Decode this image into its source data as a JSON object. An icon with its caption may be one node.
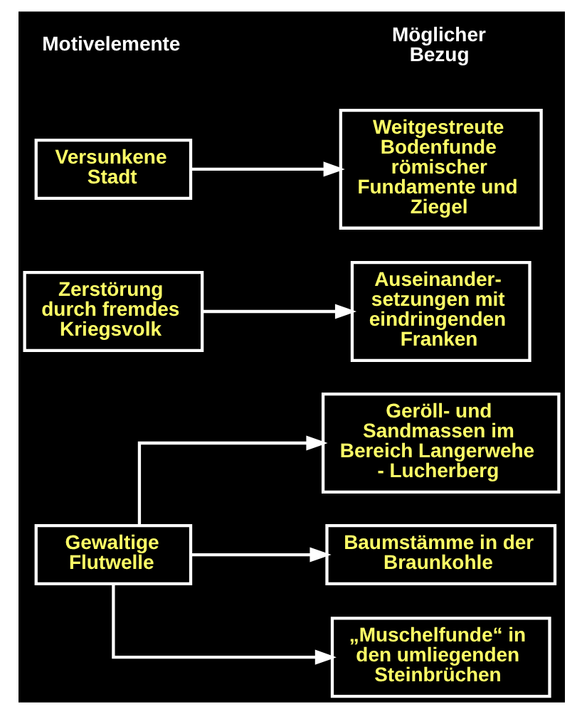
{
  "diagram": {
    "nodes": [
      {
        "text": [
          "Versunkene Stadt"
        ]
      },
      {
        "text": [
          "Weitgestreute Bodenfunde römischer Fundamente und Ziegel"
        ]
      },
      {
        "text": [
          "Zerstörung durch fremdes Kriegsvolk"
        ]
      },
      {
        "text": [
          "Auseinander- setzungen mit eindringenden Franken"
        ]
      },
      {
        "text": [
          "Gewaltige Flutwelle"
        ]
      },
      {
        "text": [
          "Geröll- und Sandmassen im Bereich Langerwehe - Lucherberg"
        ]
      },
      {
        "text": [
          "Baumstämme in der Braunkohle"
        ]
      },
      {
        "text": [
          "„Muschelfunde“ in den umliegenden Steinbrüchen"
        ]
      }
    ],
    "edges": [
      {
        "from": 0,
        "to": 1,
        "arrow": "to"
      },
      {
        "from": 2,
        "to": 3,
        "arrow": "to"
      },
      {
        "from": 4,
        "to": 5,
        "arrow": "to"
      },
      {
        "from": 4,
        "to": 6,
        "arrow": "to"
      },
      {
        "from": 4,
        "to": 7,
        "arrow": "to"
      }
    ],
    "labels": [
      "Motivelemente",
      "Möglicher Bezug"
    ]
  }
}
